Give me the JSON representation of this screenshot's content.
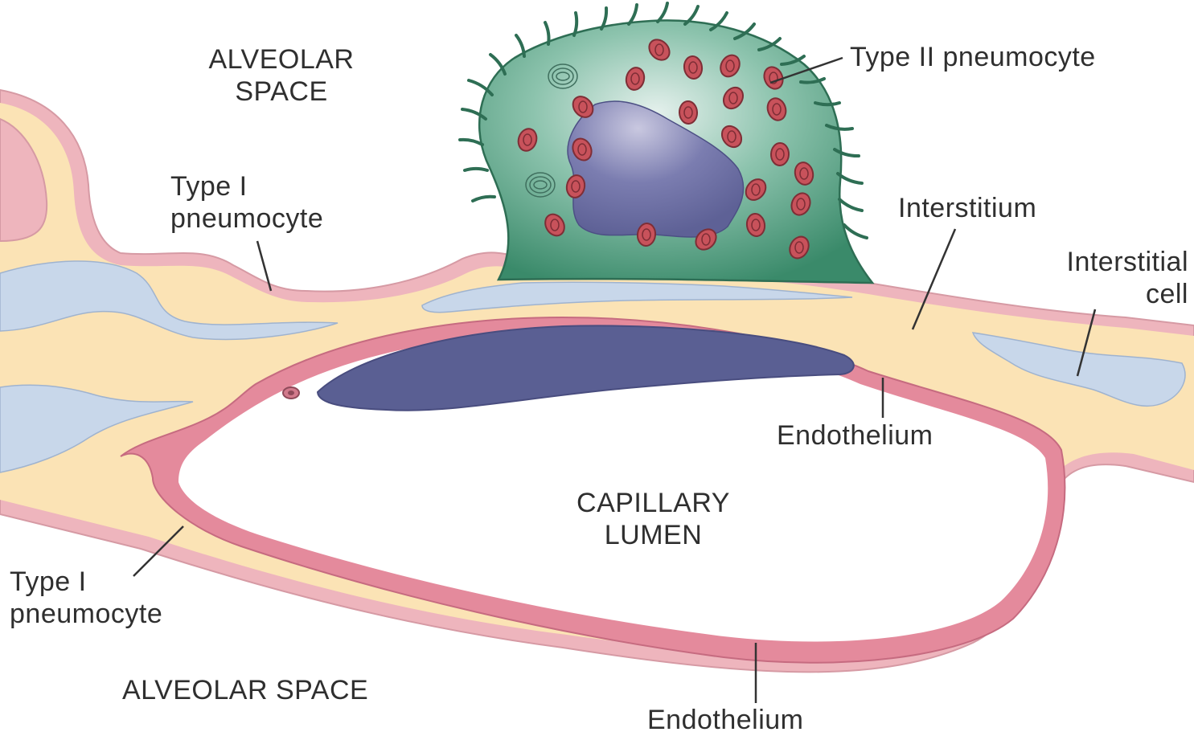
{
  "colors": {
    "interstitium": "#fbe3b5",
    "type1_pneumocyte": "#eeb5bd",
    "endothelium": "#e48a9c",
    "interstitial_cell": "#c8d7ea",
    "type2_cell": "#4f9b7c",
    "nucleus": "#5a5f93",
    "lamellar_body": "#c8525b",
    "leader_line": "#333333"
  },
  "labels": {
    "alveolar_space_top_line1": "ALVEOLAR",
    "alveolar_space_top_line2": "SPACE",
    "type1_pneumocyte_top_line1": "Type I",
    "type1_pneumocyte_top_line2": "pneumocyte",
    "type2_pneumocyte": "Type II pneumocyte",
    "interstitium": "Interstitium",
    "interstitial_cell_line1": "Interstitial",
    "interstitial_cell_line2": "cell",
    "endothelium_right": "Endothelium",
    "capillary_lumen_line1": "CAPILLARY",
    "capillary_lumen_line2": "LUMEN",
    "type1_pneumocyte_bottom_line1": "Type I",
    "type1_pneumocyte_bottom_line2": "pneumocyte",
    "alveolar_space_bottom": "ALVEOLAR SPACE",
    "endothelium_bottom": "Endothelium"
  }
}
